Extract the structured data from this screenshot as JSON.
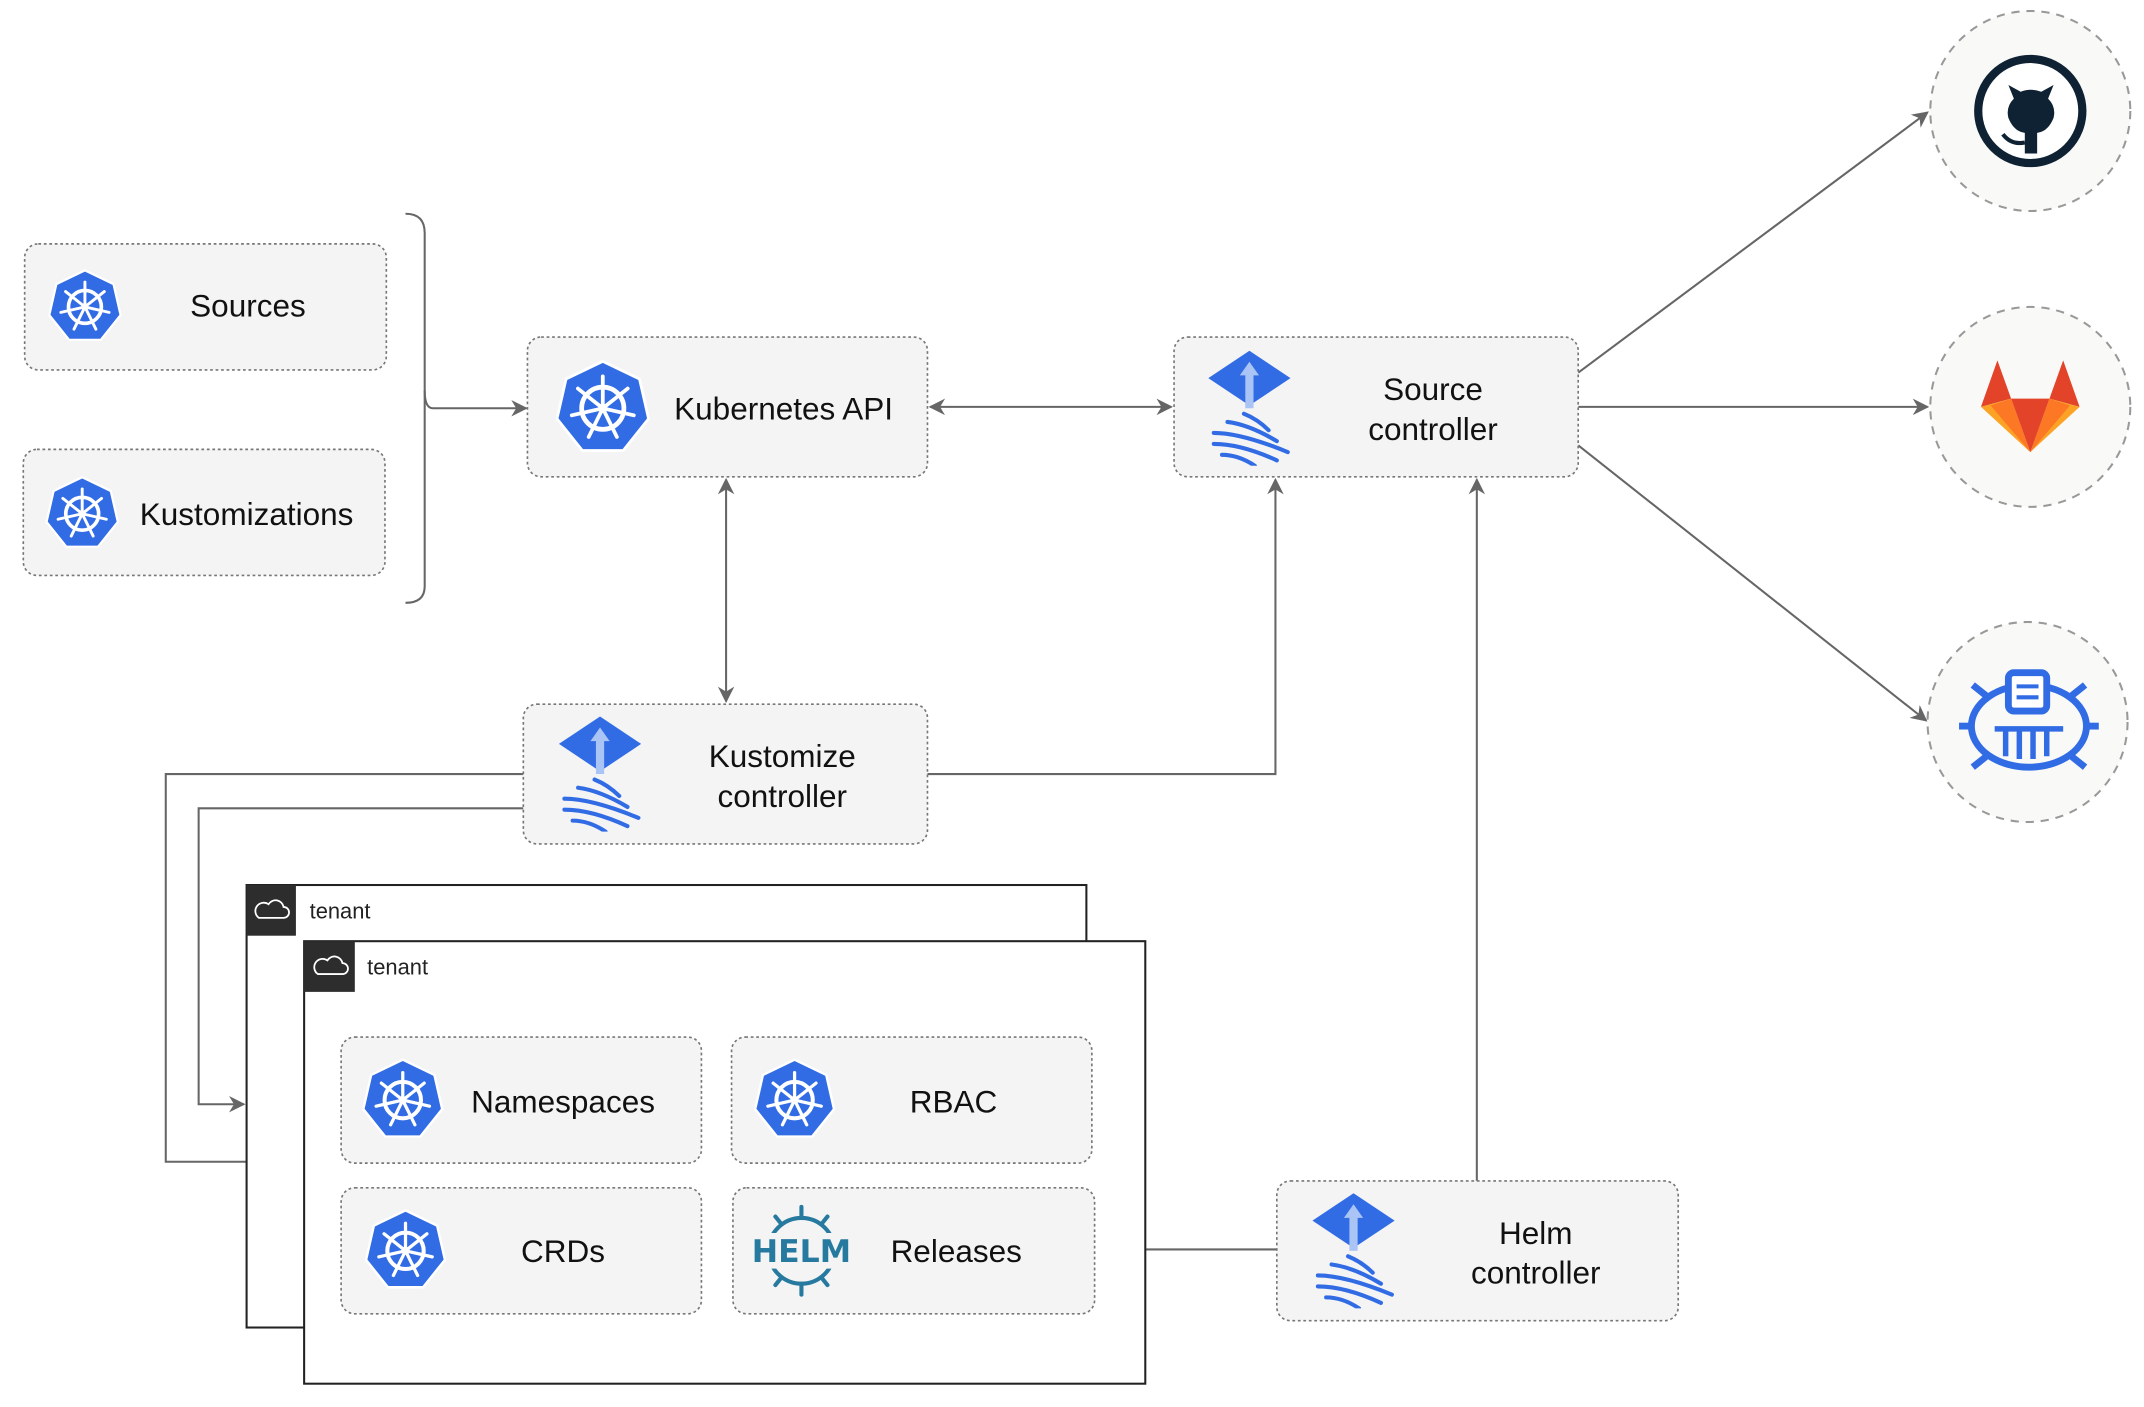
{
  "nodes": {
    "sources": "Sources",
    "kustomizations": "Kustomizations",
    "kubernetes_api": "Kubernetes API",
    "source_controller": [
      "Source",
      "controller"
    ],
    "kustomize_controller": [
      "Kustomize",
      "controller"
    ],
    "helm_controller": [
      "Helm",
      "controller"
    ],
    "namespaces": "Namespaces",
    "rbac": "RBAC",
    "crds": "CRDs",
    "releases": "Releases"
  },
  "tenants": [
    "tenant",
    "tenant"
  ],
  "helm_logo_text": "HELM",
  "external_sources": [
    "github-icon",
    "gitlab-icon",
    "bucket-icon"
  ],
  "colors": {
    "kubernetes_blue": "#326ce5",
    "helm_blue": "#277a9f",
    "gitlab_orange": "#e24329",
    "github_dark": "#0f2233"
  }
}
